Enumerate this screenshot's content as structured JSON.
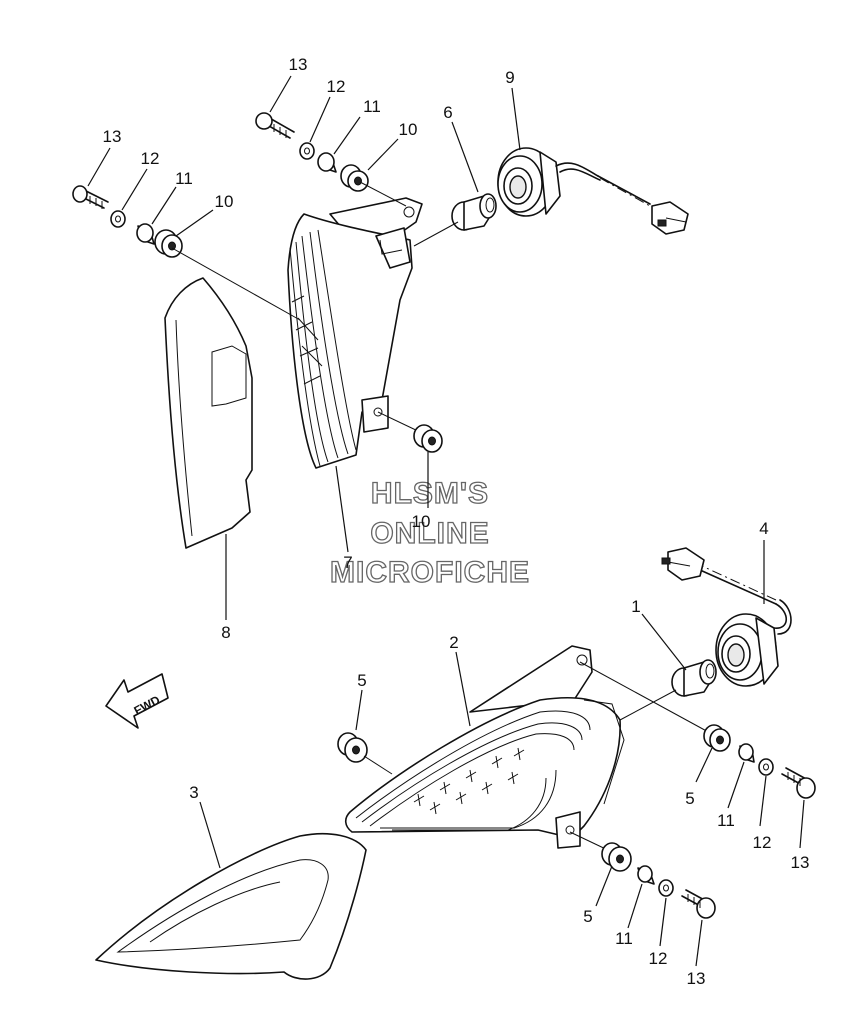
{
  "watermark": {
    "line1": "HLSM'S",
    "line2": "ONLINE",
    "line3": "MICROFICHE"
  },
  "direction_arrow": {
    "label": "FWD",
    "icon": "fwd-arrow-icon"
  },
  "callouts": {
    "c13a": "13",
    "c12a": "12",
    "c11a": "11",
    "c10a": "10",
    "c13b": "13",
    "c12b": "12",
    "c11b": "11",
    "c10b": "10",
    "c6": "6",
    "c9": "9",
    "c10c": "10",
    "c7": "7",
    "c8": "8",
    "c4": "4",
    "c1": "1",
    "c2": "2",
    "c5a": "5",
    "c3": "3",
    "c5b": "5",
    "c11c": "11",
    "c12c": "12",
    "c13c": "13",
    "c5c": "5",
    "c11d": "11",
    "c12d": "12",
    "c13d": "13"
  }
}
